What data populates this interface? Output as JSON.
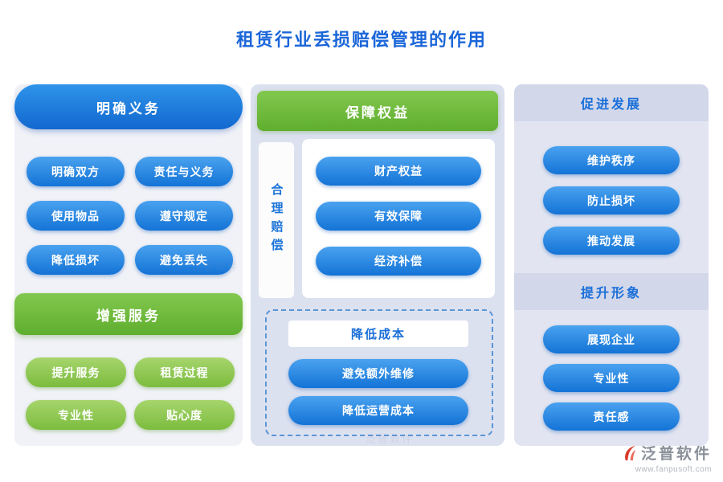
{
  "page": {
    "title": "租赁行业丢损赔偿管理的作用"
  },
  "left": {
    "section1": {
      "header": "明确义务",
      "items": [
        "明确双方",
        "责任与义务",
        "使用物品",
        "遵守规定",
        "降低损坏",
        "避免丢失"
      ]
    },
    "section2": {
      "header": "增强服务",
      "items": [
        "提升服务",
        "租赁过程",
        "专业性",
        "贴心度"
      ]
    }
  },
  "middle": {
    "header": "保障权益",
    "side_label": "合理赔偿",
    "items": [
      "财产权益",
      "有效保障",
      "经济补偿"
    ],
    "sub": {
      "header": "降低成本",
      "items": [
        "避免额外维修",
        "降低运营成本"
      ]
    }
  },
  "right": {
    "section1": {
      "header": "促进发展",
      "items": [
        "维护秩序",
        "防止损坏",
        "推动发展"
      ]
    },
    "section2": {
      "header": "提升形象",
      "items": [
        "展现企业",
        "专业性",
        "责任感"
      ]
    }
  },
  "footer": {
    "brand": "泛普软件",
    "url": "www.fanpusoft.com"
  },
  "watermark": "泛普软件",
  "colors": {
    "title_blue": "#1a66d9",
    "accent_blue": "#1373d6",
    "accent_green": "#6fbc3e",
    "panel_mid_bg": "#dce1f0",
    "panel_right_bg": "#e2e5f1",
    "panel_left_bg": "#f1f2f7",
    "strip_bg": "#d2d7ea"
  }
}
